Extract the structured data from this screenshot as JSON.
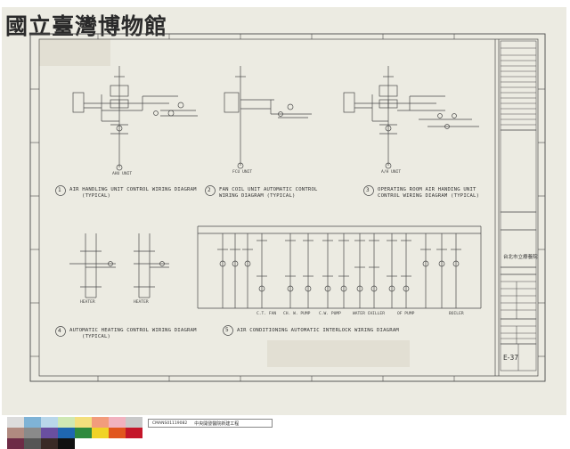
{
  "institution_title": "國立臺灣博物館",
  "diagrams": {
    "ahu": {
      "number": "1",
      "title_line1": "AIR HANDLING UNIT CONTROL WIRING DIAGRAM",
      "title_line2": "(TYPICAL)",
      "unit": "AHU UNIT"
    },
    "fcu": {
      "number": "2",
      "title_line1": "FAN COIL UNIT AUTOMATIC CONTROL",
      "title_line2": "WIRING DIAGRAM (TYPICAL)",
      "unit": "FCU UNIT"
    },
    "or": {
      "number": "3",
      "title_line1": "OPERATING ROOM AIR HANDING UNIT",
      "title_line2": "CONTROL WIRING DIAGRAM (TYPICAL)",
      "unit": "A/H UNIT"
    },
    "heat": {
      "number": "4",
      "title_line1": "AUTOMATIC HEATING CONTROL WIRING DIAGRAM",
      "title_line2": "(TYPICAL)",
      "left_heater": "HEATER",
      "right_heater": "HEATER"
    },
    "interlock": {
      "number": "5",
      "title_line1": "AIR CONDITIONING AUTOMATIC INTERLOCK WIRING DIAGRAM",
      "bottom_labels": [
        "C.T. FAN",
        "CH. W. PUMP",
        "C.W. PUMP",
        "WATER CHILLER",
        "OF PUMP",
        "BOILER"
      ]
    }
  },
  "title_block": {
    "client": "台北市立療養院",
    "sheet_number": "E-37"
  },
  "archive_caption": {
    "code": "CMANS01119082",
    "name": "中央開發醫院新建工程"
  },
  "colors": {
    "paper": "#ecebe2",
    "ink": "#4a4a4a",
    "strip": [
      "#dcdcdc",
      "#7fb3d6",
      "#b9d7ea",
      "#cfe8b4",
      "#f3df7d",
      "#f29c7c",
      "#f1b2bf",
      "#c9c9c9",
      "#b08a80",
      "#8a8a8a",
      "#6a4fa0",
      "#1f67b1",
      "#2f8a3e",
      "#f0d327",
      "#e1561e",
      "#c4162a",
      "#6d2b46",
      "#555555",
      "#3a2a26",
      "#111111"
    ]
  }
}
